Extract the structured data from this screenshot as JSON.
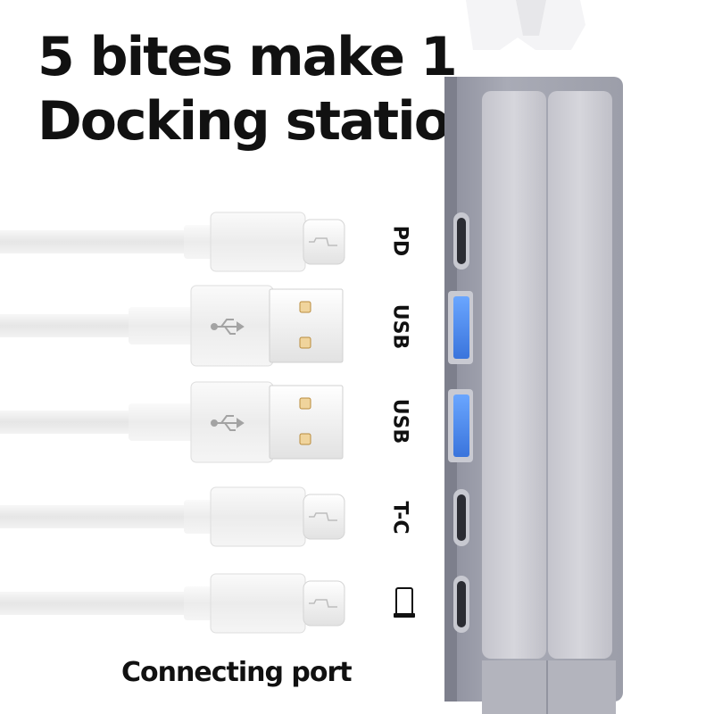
{
  "headline": {
    "line1": "5 bites make 1",
    "line2": "Docking station"
  },
  "caption": "Connecting port",
  "ports": [
    {
      "label": "PD",
      "connector": "type-c",
      "port": "type-c"
    },
    {
      "label": "USB",
      "connector": "usb-a",
      "port": "usb-a"
    },
    {
      "label": "USB",
      "connector": "usb-a",
      "port": "usb-a"
    },
    {
      "label": "T-C",
      "connector": "type-c",
      "port": "type-c"
    },
    {
      "label": "",
      "icon": "laptop-icon",
      "connector": "type-c",
      "port": "type-c"
    }
  ],
  "colors": {
    "text": "#111111",
    "cable": "#eeeeee",
    "hub": "#a6a6b0",
    "usb_port_blue": "#4f8ff0"
  }
}
